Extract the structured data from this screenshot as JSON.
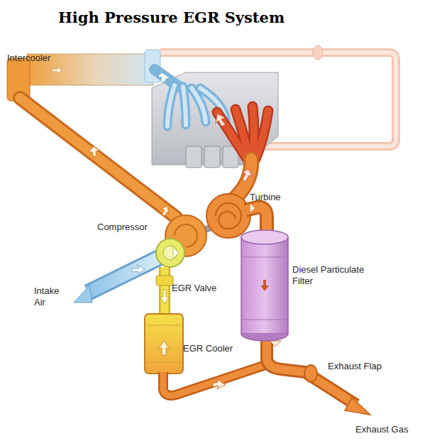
{
  "diagram": {
    "title": "High Pressure EGR System",
    "labels": [
      "Intercooler",
      "Turbine",
      "Compressor",
      "Diesel Particulate Filter",
      "EGR Valve",
      "Intake Air",
      "EGR Cooler",
      "Exhaust Flap",
      "Exhaust Gas"
    ]
  }
}
